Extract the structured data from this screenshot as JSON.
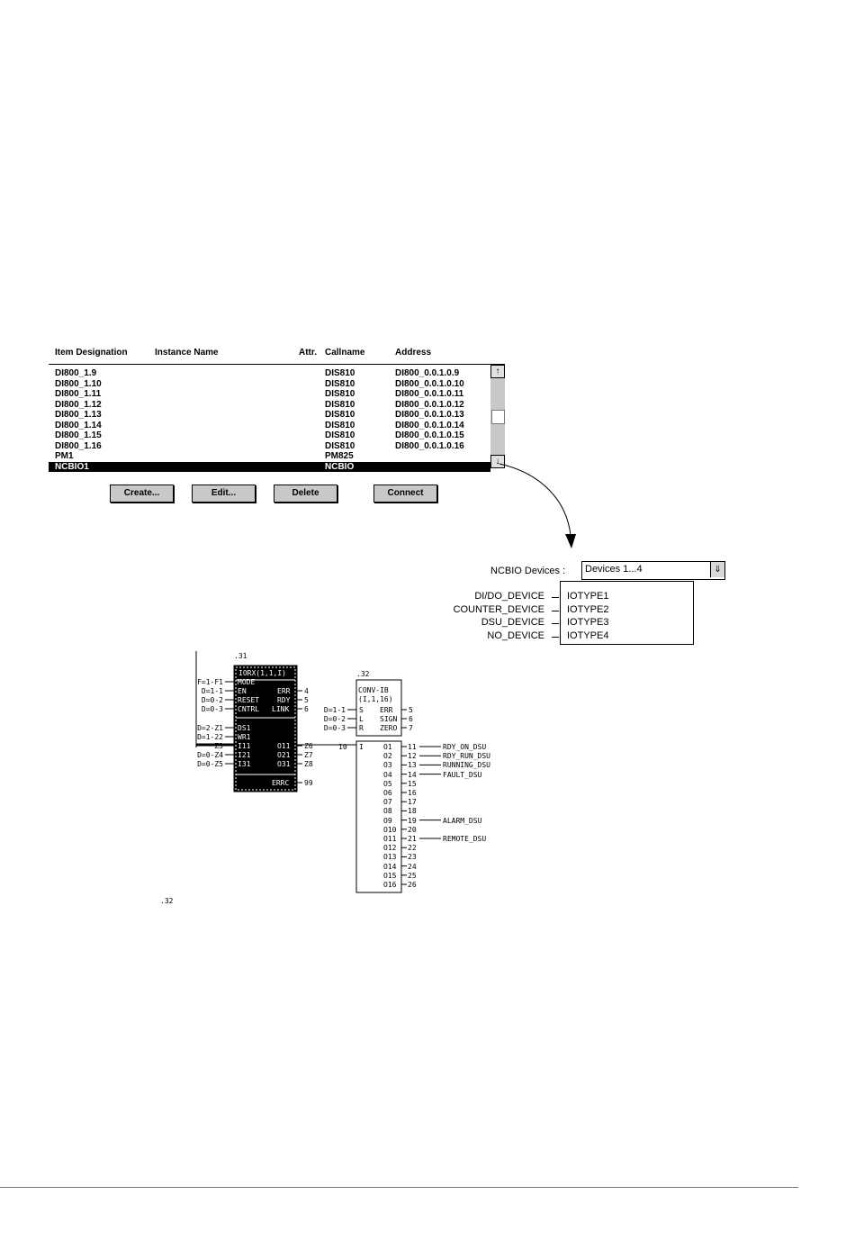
{
  "list": {
    "headers": {
      "item": "Item Designation",
      "instance": "Instance Name",
      "attr": "Attr.",
      "callname": "Callname",
      "address": "Address"
    },
    "rows": [
      {
        "item": "DI800_1.9",
        "callname": "DIS810",
        "address": "DI800_0.0.1.0.9"
      },
      {
        "item": "DI800_1.10",
        "callname": "DIS810",
        "address": "DI800_0.0.1.0.10"
      },
      {
        "item": "DI800_1.11",
        "callname": "DIS810",
        "address": "DI800_0.0.1.0.11"
      },
      {
        "item": "DI800_1.12",
        "callname": "DIS810",
        "address": "DI800_0.0.1.0.12"
      },
      {
        "item": "DI800_1.13",
        "callname": "DIS810",
        "address": "DI800_0.0.1.0.13"
      },
      {
        "item": "DI800_1.14",
        "callname": "DIS810",
        "address": "DI800_0.0.1.0.14"
      },
      {
        "item": "DI800_1.15",
        "callname": "DIS810",
        "address": "DI800_0.0.1.0.15"
      },
      {
        "item": "DI800_1.16",
        "callname": "DIS810",
        "address": "DI800_0.0.1.0.16"
      },
      {
        "item": "PM1",
        "callname": "PM825",
        "address": ""
      },
      {
        "item": "NCBIO1",
        "callname": "NCBIO",
        "address": ""
      }
    ],
    "selected_index": 9,
    "buttons": {
      "create": "Create...",
      "edit": "Edit...",
      "delete": "Delete",
      "connect": "Connect"
    },
    "scroll_up_icon": "↑",
    "scroll_down_icon": "↓"
  },
  "devices": {
    "label": "NCBIO Devices :",
    "selected": "Devices 1...4",
    "dropdown_icon": "⇓",
    "items": [
      {
        "name": "DI/DO_DEVICE",
        "type": "IOTYPE1"
      },
      {
        "name": "COUNTER_DEVICE",
        "type": "IOTYPE2"
      },
      {
        "name": "DSU_DEVICE",
        "type": "IOTYPE3"
      },
      {
        "name": "NO_DEVICE",
        "type": "IOTYPE4"
      }
    ]
  },
  "fb1": {
    "ref": ".31",
    "title": "IORX(1,1,I)",
    "inputs": [
      {
        "pin": "MODE",
        "signal": "F=1-F1"
      },
      {
        "pin": "EN",
        "signal": "D=1-1"
      },
      {
        "pin": "RESET",
        "signal": "D=0-2"
      },
      {
        "pin": "CNTRL",
        "signal": "D=0-3"
      },
      {
        "pin": "DS1",
        "signal": "D=2-Z1"
      },
      {
        "pin": "WR1",
        "signal": "D=1-22"
      },
      {
        "pin": "I11",
        "signal": "Z3"
      },
      {
        "pin": "I21",
        "signal": "D=0-Z4"
      },
      {
        "pin": "I31",
        "signal": "D=0-Z5"
      }
    ],
    "outputs": [
      {
        "pin": "ERR",
        "num": "4"
      },
      {
        "pin": "RDY",
        "num": "5"
      },
      {
        "pin": "LINK",
        "num": "6"
      },
      {
        "pin": "O11",
        "num": "Z6"
      },
      {
        "pin": "O21",
        "num": "Z7"
      },
      {
        "pin": "O31",
        "num": "Z8"
      },
      {
        "pin": "ERRC",
        "num": "99"
      }
    ]
  },
  "fb2": {
    "ref": ".32",
    "title": "CONV-IB",
    "params": "(I,1,16)",
    "inputs": [
      {
        "pin": "S",
        "signal": "D=1-1"
      },
      {
        "pin": "L",
        "signal": "D=0-2"
      },
      {
        "pin": "R",
        "signal": "D=0-3"
      }
    ],
    "outputs": [
      {
        "pin": "ERR",
        "num": "5"
      },
      {
        "pin": "SIGN",
        "num": "6"
      },
      {
        "pin": "ZERO",
        "num": "7"
      }
    ],
    "data_in": {
      "pin": "I",
      "num": "10"
    },
    "bits": [
      {
        "pin": "O1",
        "num": "11",
        "name": "RDY_ON_DSU"
      },
      {
        "pin": "O2",
        "num": "12",
        "name": "RDY_RUN_DSU"
      },
      {
        "pin": "O3",
        "num": "13",
        "name": "RUNNING_DSU"
      },
      {
        "pin": "O4",
        "num": "14",
        "name": "FAULT_DSU"
      },
      {
        "pin": "O5",
        "num": "15",
        "name": ""
      },
      {
        "pin": "O6",
        "num": "16",
        "name": ""
      },
      {
        "pin": "O7",
        "num": "17",
        "name": ""
      },
      {
        "pin": "O8",
        "num": "18",
        "name": ""
      },
      {
        "pin": "O9",
        "num": "19",
        "name": "ALARM_DSU"
      },
      {
        "pin": "O10",
        "num": "20",
        "name": ""
      },
      {
        "pin": "O11",
        "num": "21",
        "name": "REMOTE_DSU"
      },
      {
        "pin": "O12",
        "num": "22",
        "name": ""
      },
      {
        "pin": "O13",
        "num": "23",
        "name": ""
      },
      {
        "pin": "O14",
        "num": "24",
        "name": ""
      },
      {
        "pin": "O15",
        "num": "25",
        "name": ""
      },
      {
        "pin": "O16",
        "num": "26",
        "name": ""
      }
    ]
  },
  "page_ref": ".32"
}
